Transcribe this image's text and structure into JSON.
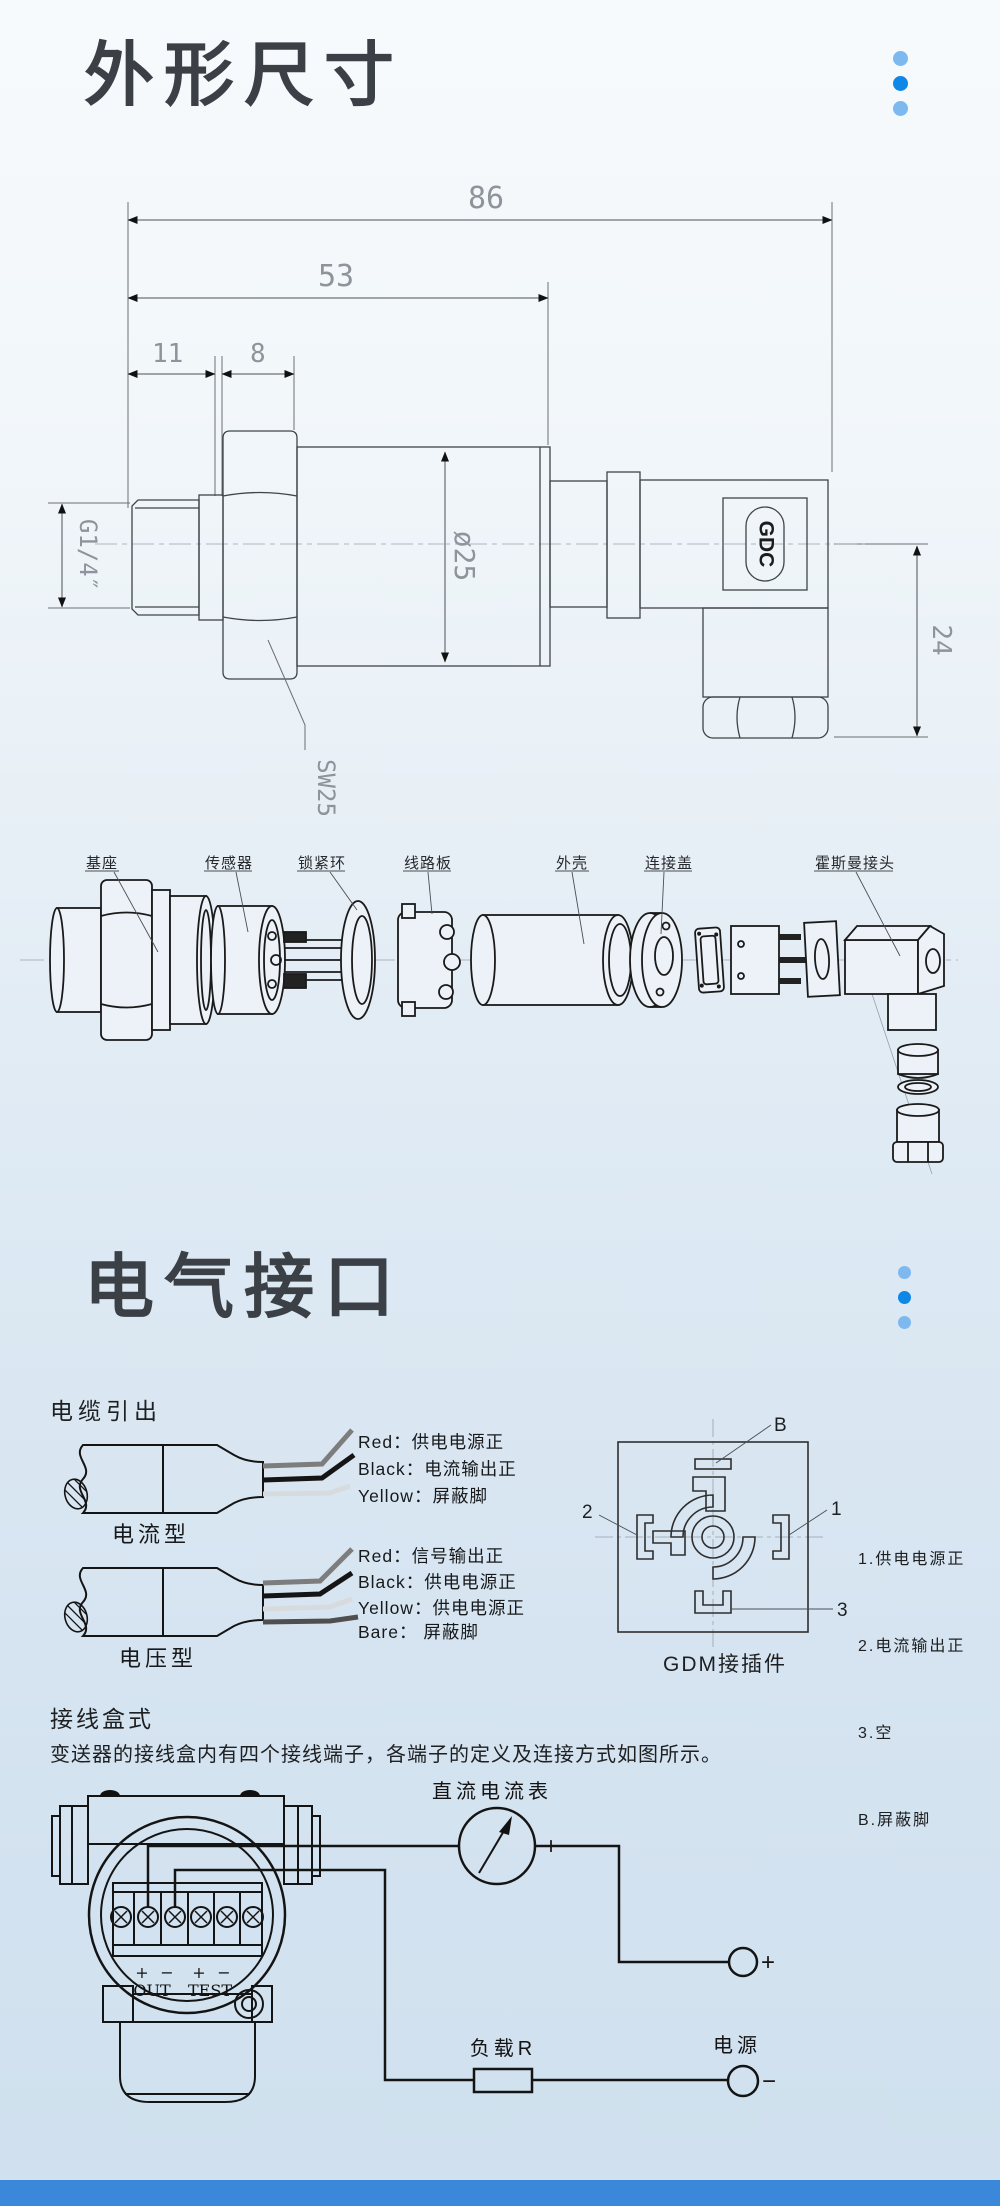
{
  "header1": {
    "title": "外形尺寸"
  },
  "header2": {
    "title": "电气接口"
  },
  "accent": {
    "dot_light": "#7db9ef",
    "dot_dark": "#0f87e6",
    "footer": "#3b87d9"
  },
  "drawing": {
    "dim_86": "86",
    "dim_53": "53",
    "dim_11": "11",
    "dim_8": "8",
    "dim_d25": "ø25",
    "dim_24": "24",
    "thread": "G1/4″",
    "wrench": "SW25",
    "connector": "GDC"
  },
  "exploded": {
    "labels": [
      "基座",
      "传感器",
      "锁紧环",
      "线路板",
      "外壳",
      "连接盖",
      "霍斯曼接头"
    ]
  },
  "cable": {
    "title": "电缆引出",
    "current": {
      "caption": "电流型",
      "lines": [
        "Red：供电电源正",
        "Black：电流输出正",
        "Yellow：屏蔽脚"
      ]
    },
    "voltage": {
      "caption": "电压型",
      "lines": [
        "Red：信号输出正",
        "Black：供电电源正",
        "Yellow：供电电源正",
        "Bare：  屏蔽脚"
      ]
    }
  },
  "gdm": {
    "pins": {
      "b": "B",
      "p1": "1",
      "p2": "2",
      "p3": "3"
    },
    "legend": [
      "1.供电电源正",
      "2.电流输出正",
      "3.空",
      "B.屏蔽脚"
    ],
    "caption": "GDM接插件"
  },
  "junction": {
    "title": "接线盒式",
    "desc": "变送器的接线盒内有四个接线端子，各端子的定义及连接方式如图所示。"
  },
  "wiring": {
    "meter": "直流电流表",
    "minus": "−",
    "plus": "+",
    "load": "负载R",
    "power": "电源",
    "out": "OUT",
    "test": "TEST"
  }
}
